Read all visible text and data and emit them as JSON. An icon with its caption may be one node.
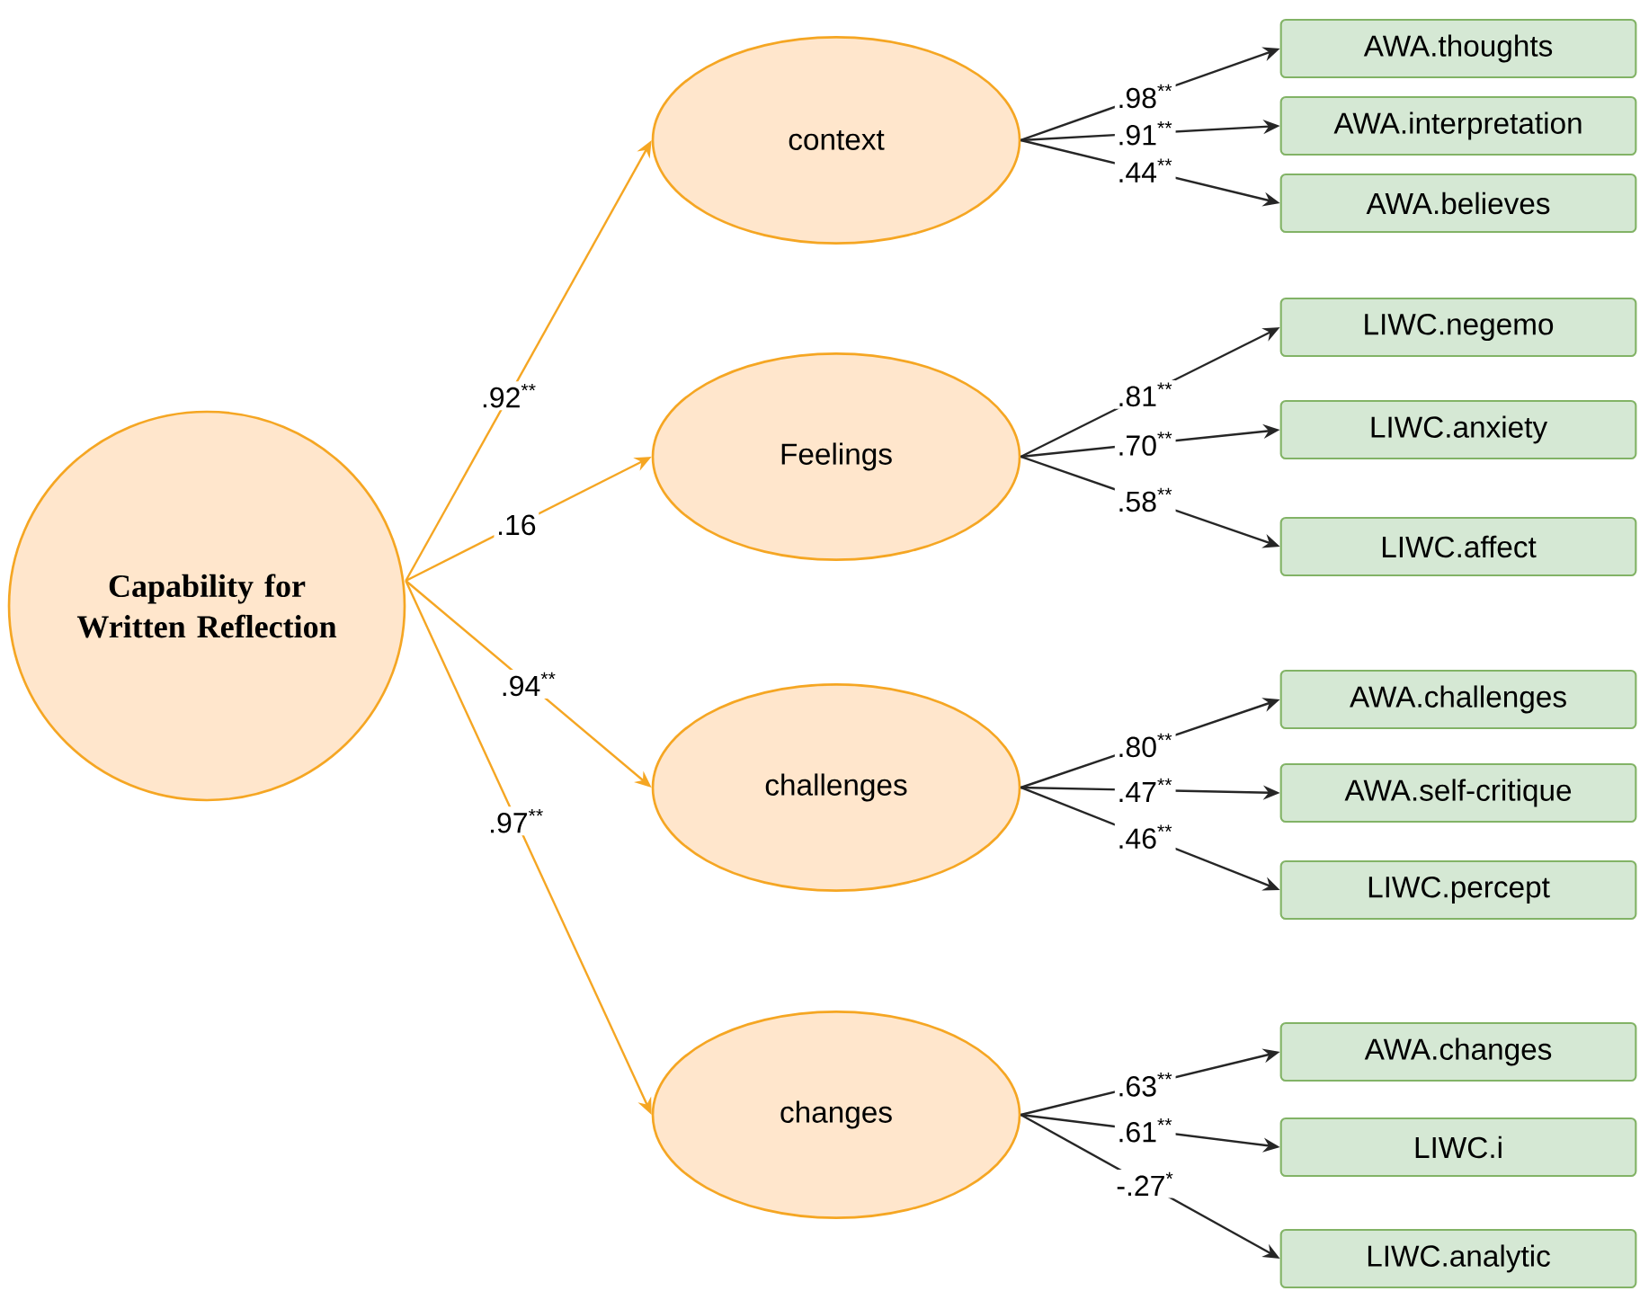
{
  "diagram": {
    "nodes": [
      {
        "text": [
          "Capability for Written Reflection"
        ]
      },
      {
        "text": [
          "context"
        ]
      },
      {
        "text": [
          "Feelings"
        ]
      },
      {
        "text": [
          "challenges"
        ]
      },
      {
        "text": [
          "changes"
        ]
      },
      {
        "text": [
          "AWA.thoughts"
        ]
      },
      {
        "text": [
          "AWA.interpretation"
        ]
      },
      {
        "text": [
          "AWA.believes"
        ]
      },
      {
        "text": [
          "LIWC.negemo"
        ]
      },
      {
        "text": [
          "LIWC.anxiety"
        ]
      },
      {
        "text": [
          "LIWC.affect"
        ]
      },
      {
        "text": [
          "AWA.challenges"
        ]
      },
      {
        "text": [
          "AWA.self-critique"
        ]
      },
      {
        "text": [
          "LIWC.percept"
        ]
      },
      {
        "text": [
          "AWA.changes"
        ]
      },
      {
        "text": [
          "LIWC.i"
        ]
      },
      {
        "text": [
          "LIWC.analytic"
        ]
      }
    ],
    "edges": [
      {
        "from": 0,
        "to": 1,
        "arrow": "to",
        "label": ".92$^{**}$",
        "color": "#f5a623"
      },
      {
        "from": 0,
        "to": 2,
        "arrow": "to",
        "label": ".16",
        "color": "#f5a623"
      },
      {
        "from": 0,
        "to": 3,
        "arrow": "to",
        "label": ".94$^{**}$",
        "color": "#f5a623"
      },
      {
        "from": 0,
        "to": 4,
        "arrow": "to",
        "label": ".97$^{**}$",
        "color": "#f5a623"
      },
      {
        "from": 1,
        "to": 5,
        "arrow": "to",
        "label": ".98$^{**}$"
      },
      {
        "from": 1,
        "to": 6,
        "arrow": "to",
        "label": ".91$^{**}$"
      },
      {
        "from": 1,
        "to": 7,
        "arrow": "to",
        "label": ".44$^{**}$"
      },
      {
        "from": 2,
        "to": 8,
        "arrow": "to",
        "label": ".81$^{**}$"
      },
      {
        "from": 2,
        "to": 9,
        "arrow": "to",
        "label": ".70$^{**}$"
      },
      {
        "from": 2,
        "to": 10,
        "arrow": "to",
        "label": ".58$^{**}$"
      },
      {
        "from": 3,
        "to": 11,
        "arrow": "to",
        "label": ".80$^{**}$"
      },
      {
        "from": 3,
        "to": 12,
        "arrow": "to",
        "label": ".47$^{**}$"
      },
      {
        "from": 3,
        "to": 13,
        "arrow": "to",
        "label": ".46$^{**}$"
      },
      {
        "from": 4,
        "to": 14,
        "arrow": "to",
        "label": ".63$^{**}$"
      },
      {
        "from": 4,
        "to": 15,
        "arrow": "to",
        "label": ".61$^{**}$"
      },
      {
        "from": 4,
        "to": 16,
        "arrow": "to",
        "label": "-.27$^{*}$"
      }
    ]
  }
}
